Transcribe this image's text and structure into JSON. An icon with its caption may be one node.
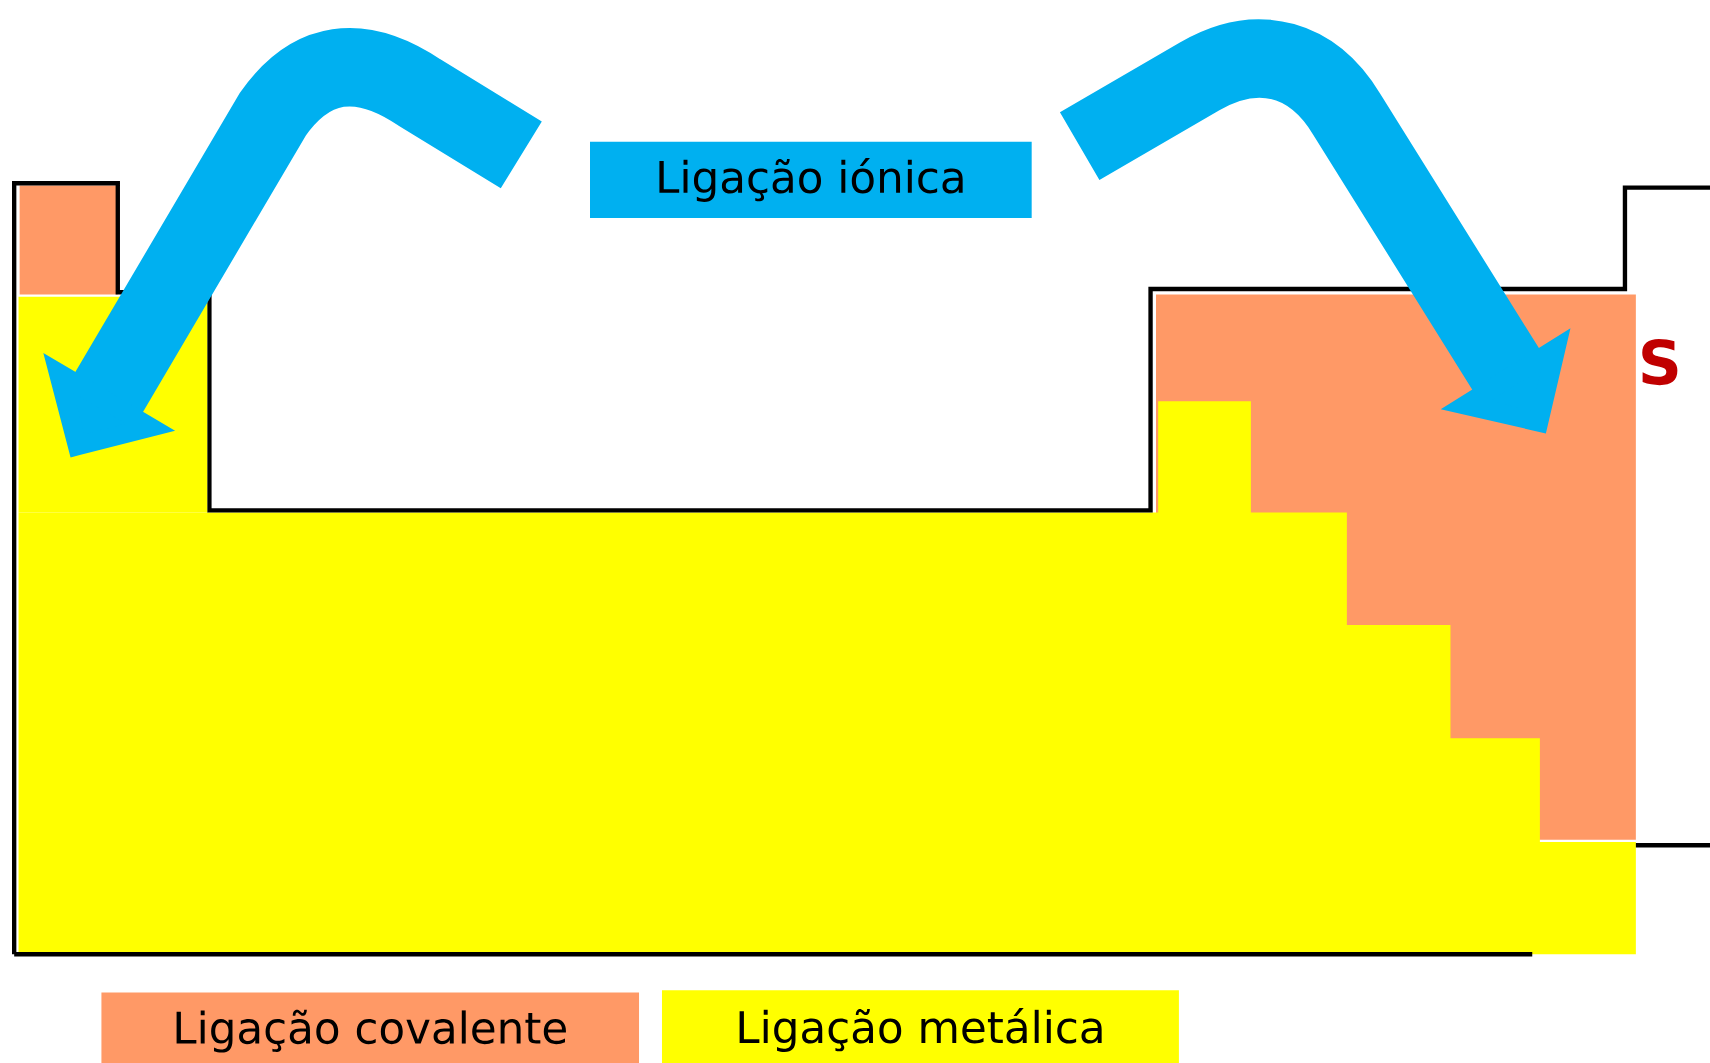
{
  "diagram": {
    "nodes": [
      {
        "text": [
          "Ligação iónica"
        ]
      },
      {
        "text": [],
        "shape": "box"
      },
      {
        "text": [],
        "shape": "box"
      }
    ],
    "edges": [
      {
        "from": null,
        "to": 1,
        "arrow": "to"
      },
      {
        "from": null,
        "to": 2,
        "arrow": "to"
      }
    ],
    "labels": [
      "S"
    ],
    "legend": [
      {
        "text": "Ligação covalente",
        "color": "#ff9966"
      },
      {
        "text": "Ligação metálica",
        "color": "#ffff00"
      }
    ]
  }
}
